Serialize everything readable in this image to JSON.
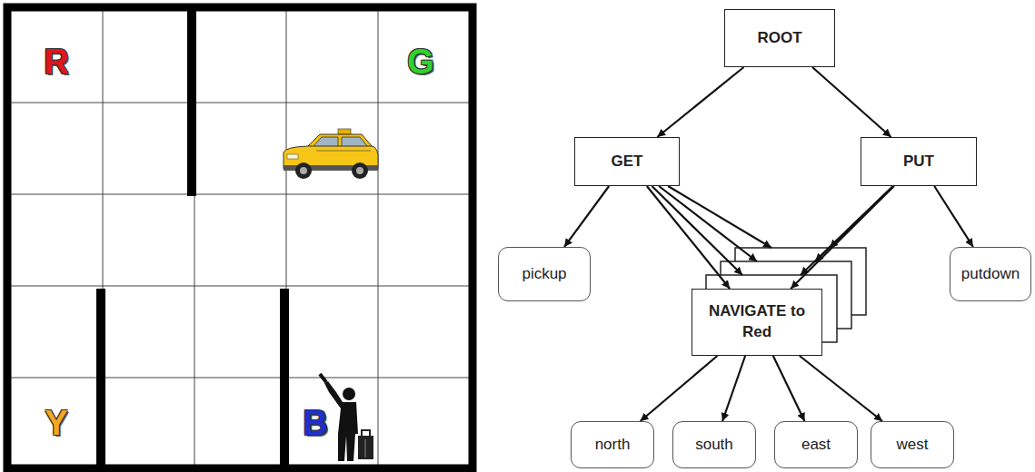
{
  "diagram": {
    "nodes": [
      {
        "text": [
          "ROOT"
        ]
      },
      {
        "text": [
          "GET"
        ]
      },
      {
        "text": [
          "PUT"
        ]
      },
      {
        "text": [
          "pickup"
        ]
      },
      {
        "text": [
          "NAVIGATE to Red"
        ]
      },
      {
        "text": [
          "putdown"
        ]
      },
      {
        "text": [
          "north"
        ]
      },
      {
        "text": [
          "south"
        ]
      },
      {
        "text": [
          "east"
        ]
      },
      {
        "text": [
          "west"
        ]
      }
    ],
    "edges": [
      {
        "from": 0,
        "to": 1,
        "arrow": "to"
      },
      {
        "from": 0,
        "to": 2,
        "arrow": "to"
      },
      {
        "from": 1,
        "to": 3,
        "arrow": "to"
      },
      {
        "from": 1,
        "to": 4,
        "arrow": "to"
      },
      {
        "from": 2,
        "to": 4,
        "arrow": "to"
      },
      {
        "from": 2,
        "to": 5,
        "arrow": "to"
      },
      {
        "from": 4,
        "to": 6,
        "arrow": "to"
      },
      {
        "from": 4,
        "to": 7,
        "arrow": "to"
      },
      {
        "from": 4,
        "to": 8,
        "arrow": "to"
      },
      {
        "from": 4,
        "to": 9,
        "arrow": "to"
      }
    ],
    "labels": [
      "R",
      "G",
      "Y",
      "B"
    ]
  }
}
